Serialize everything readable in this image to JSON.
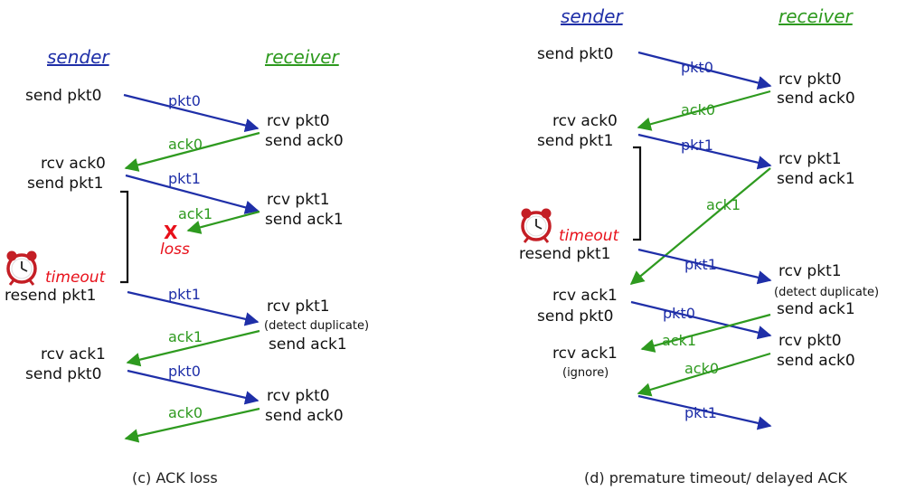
{
  "colors": {
    "packet": "#1f2fa8",
    "ack": "#2e9a1f",
    "alert": "#e8101a",
    "text": "#111111"
  },
  "icons": [
    "alarm-clock-icon"
  ],
  "panel_c": {
    "caption": "(c) ACK loss",
    "sender_header": "sender",
    "receiver_header": "receiver",
    "sender_events": [
      "send pkt0",
      "rcv ack0",
      "send pkt1",
      "resend pkt1",
      "rcv ack1",
      "send pkt0"
    ],
    "receiver_events": [
      "rcv pkt0",
      "send ack0",
      "rcv pkt1",
      "send ack1",
      "rcv pkt1",
      "(detect duplicate)",
      "send ack1",
      "rcv pkt0",
      "send ack0"
    ],
    "messages": [
      "pkt0",
      "ack0",
      "pkt1",
      "ack1",
      "pkt1",
      "ack1",
      "pkt0",
      "ack0"
    ],
    "timeout_label": "timeout",
    "loss_label": "loss",
    "loss_mark": "X"
  },
  "panel_d": {
    "caption": "(d) premature timeout/ delayed ACK",
    "sender_header": "sender",
    "receiver_header": "receiver",
    "sender_events": [
      "send pkt0",
      "rcv ack0",
      "send pkt1",
      "resend pkt1",
      "rcv ack1",
      "send pkt0",
      "rcv ack1",
      "(ignore)"
    ],
    "receiver_events": [
      "rcv pkt0",
      "send ack0",
      "rcv pkt1",
      "send ack1",
      "rcv pkt1",
      "(detect duplicate)",
      "send ack1",
      "rcv pkt0",
      "send ack0"
    ],
    "messages": [
      "pkt0",
      "ack0",
      "pkt1",
      "ack1",
      "pkt1",
      "pkt0",
      "ack1",
      "ack0",
      "pkt1"
    ],
    "timeout_label": "timeout"
  }
}
